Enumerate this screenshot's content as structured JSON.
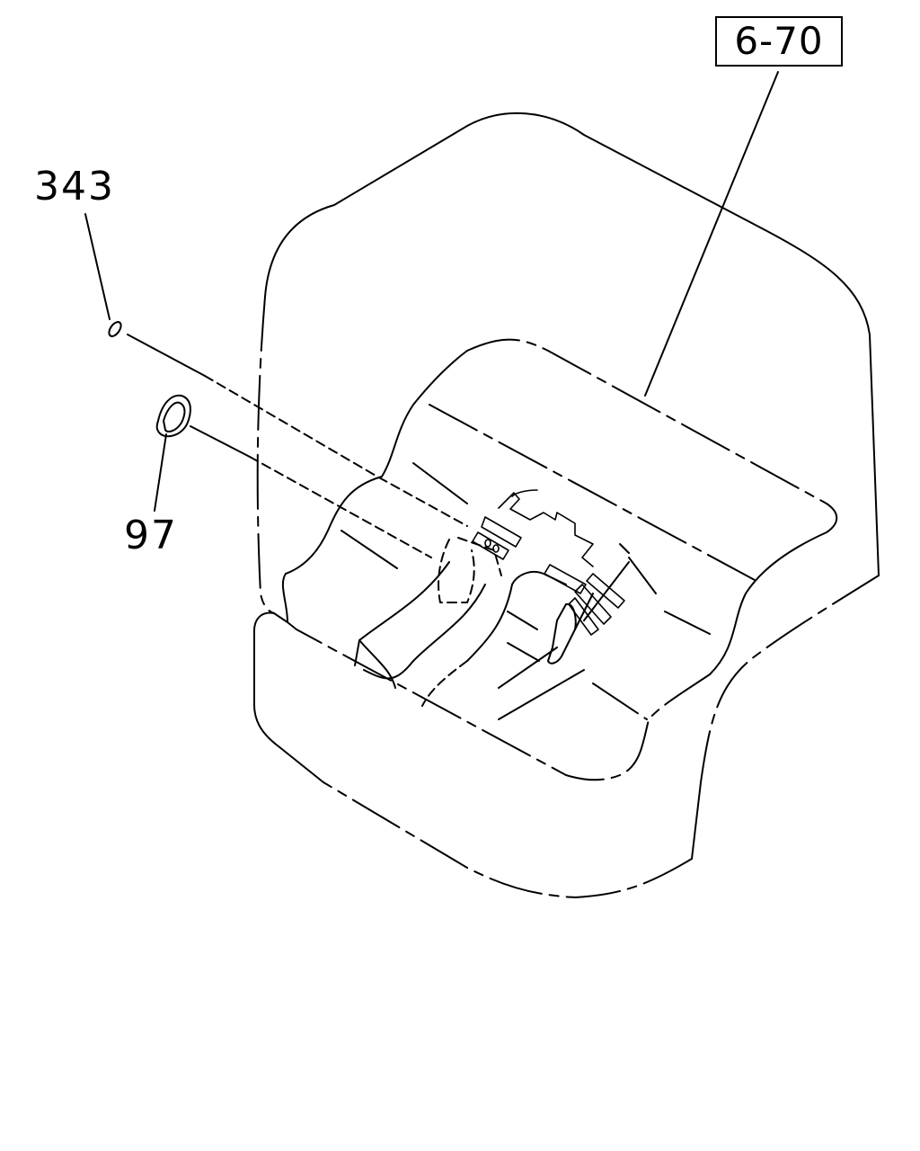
{
  "callouts": {
    "reference": "6-70",
    "part_a": "343",
    "part_b": "97"
  }
}
